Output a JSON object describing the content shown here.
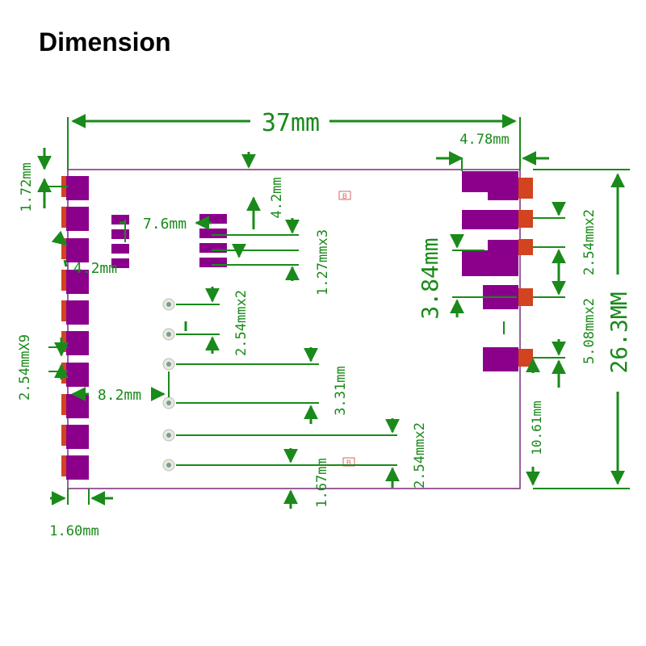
{
  "title": "Dimension",
  "colors": {
    "board_outline": "#7a2a7a",
    "pad": "#8b008b",
    "pad_copper": "#d2431f",
    "dimension": "#1a8a1a",
    "via": "#7a9aa0"
  },
  "labels": {
    "width": "37mm",
    "height": "26.3MM",
    "right_edge": "4.78mm",
    "top_left": "1.72mm",
    "left_edge": "1.60mm",
    "left_pitch": "2.54mmX9",
    "inner_a": "7.6mm",
    "inner_b": "4.2mm",
    "inner_c": "4.2mm",
    "pitch_a": "1.27mmx3",
    "pitch_b": "2.54mmx2",
    "offset_a": "8.2mm",
    "offset_b": "3.31mm",
    "pitch_c": "2.54mmx2",
    "offset_c": "1.67mm",
    "right_a": "3.84mm",
    "right_pitch_a": "2.54mmx2",
    "right_pitch_b": "5.08mmx2",
    "right_b": "10.61mm",
    "marker_a": "B",
    "marker_b": "B"
  }
}
